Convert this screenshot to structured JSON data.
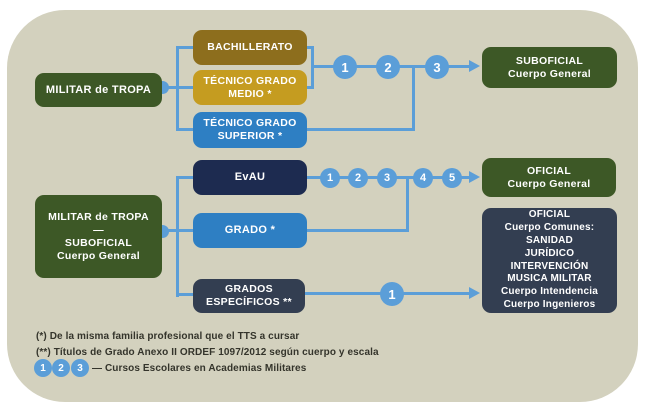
{
  "palette": {
    "panel_bg": "#d3d1be",
    "green": "#3d5826",
    "dark_gold": "#8d6e1d",
    "gold": "#c59c20",
    "blue": "#2e7fc3",
    "navy": "#1d2b50",
    "slate": "#333e51",
    "connector_blue": "#5b9ed8",
    "footnote_text": "#34342b"
  },
  "nodes": {
    "tropa": {
      "label": "MILITAR de TROPA"
    },
    "bachillerato": {
      "label": "BACHILLERATO"
    },
    "tecnico_medio": {
      "lines": [
        "TÉCNICO GRADO",
        "MEDIO *"
      ]
    },
    "tecnico_superior": {
      "lines": [
        "TÉCNICO GRADO",
        "SUPERIOR *"
      ]
    },
    "evau": {
      "label": "EvAU"
    },
    "grado": {
      "label": "GRADO *"
    },
    "grados_especificos": {
      "lines": [
        "GRADOS",
        "ESPECÍFICOS **"
      ]
    },
    "tropa_suboficial": {
      "lines": [
        "MILITAR de TROPA",
        "—",
        "SUBOFICIAL",
        "Cuerpo General"
      ]
    },
    "suboficial_general": {
      "lines": [
        "SUBOFICIAL",
        "Cuerpo General"
      ]
    },
    "oficial_general": {
      "lines": [
        "OFICIAL",
        "Cuerpo General"
      ]
    },
    "oficial_comunes": {
      "lines": [
        "OFICIAL",
        "Cuerpo Comunes:",
        "SANIDAD",
        "JURÍDICO",
        "INTERVENCIÓN",
        "MUSICA MILITAR",
        "Cuerpo Intendencia",
        "Cuerpo Ingenieros"
      ]
    }
  },
  "flows": {
    "to_suboficial": {
      "steps": [
        "1",
        "2",
        "3"
      ]
    },
    "to_oficial_general": {
      "steps": [
        "1",
        "2",
        "3",
        "4",
        "5"
      ]
    },
    "to_oficial_comunes": {
      "steps": [
        "1"
      ]
    }
  },
  "footnotes": {
    "note1": "(*) De la misma familia profesional que el TTS a cursar",
    "note2": "(**) Títulos de Grado Anexo II ORDEF 1097/2012 según cuerpo y escala",
    "legend_steps": [
      "1",
      "2",
      "3"
    ],
    "legend_label": "— Cursos Escolares en Academias Militares"
  }
}
